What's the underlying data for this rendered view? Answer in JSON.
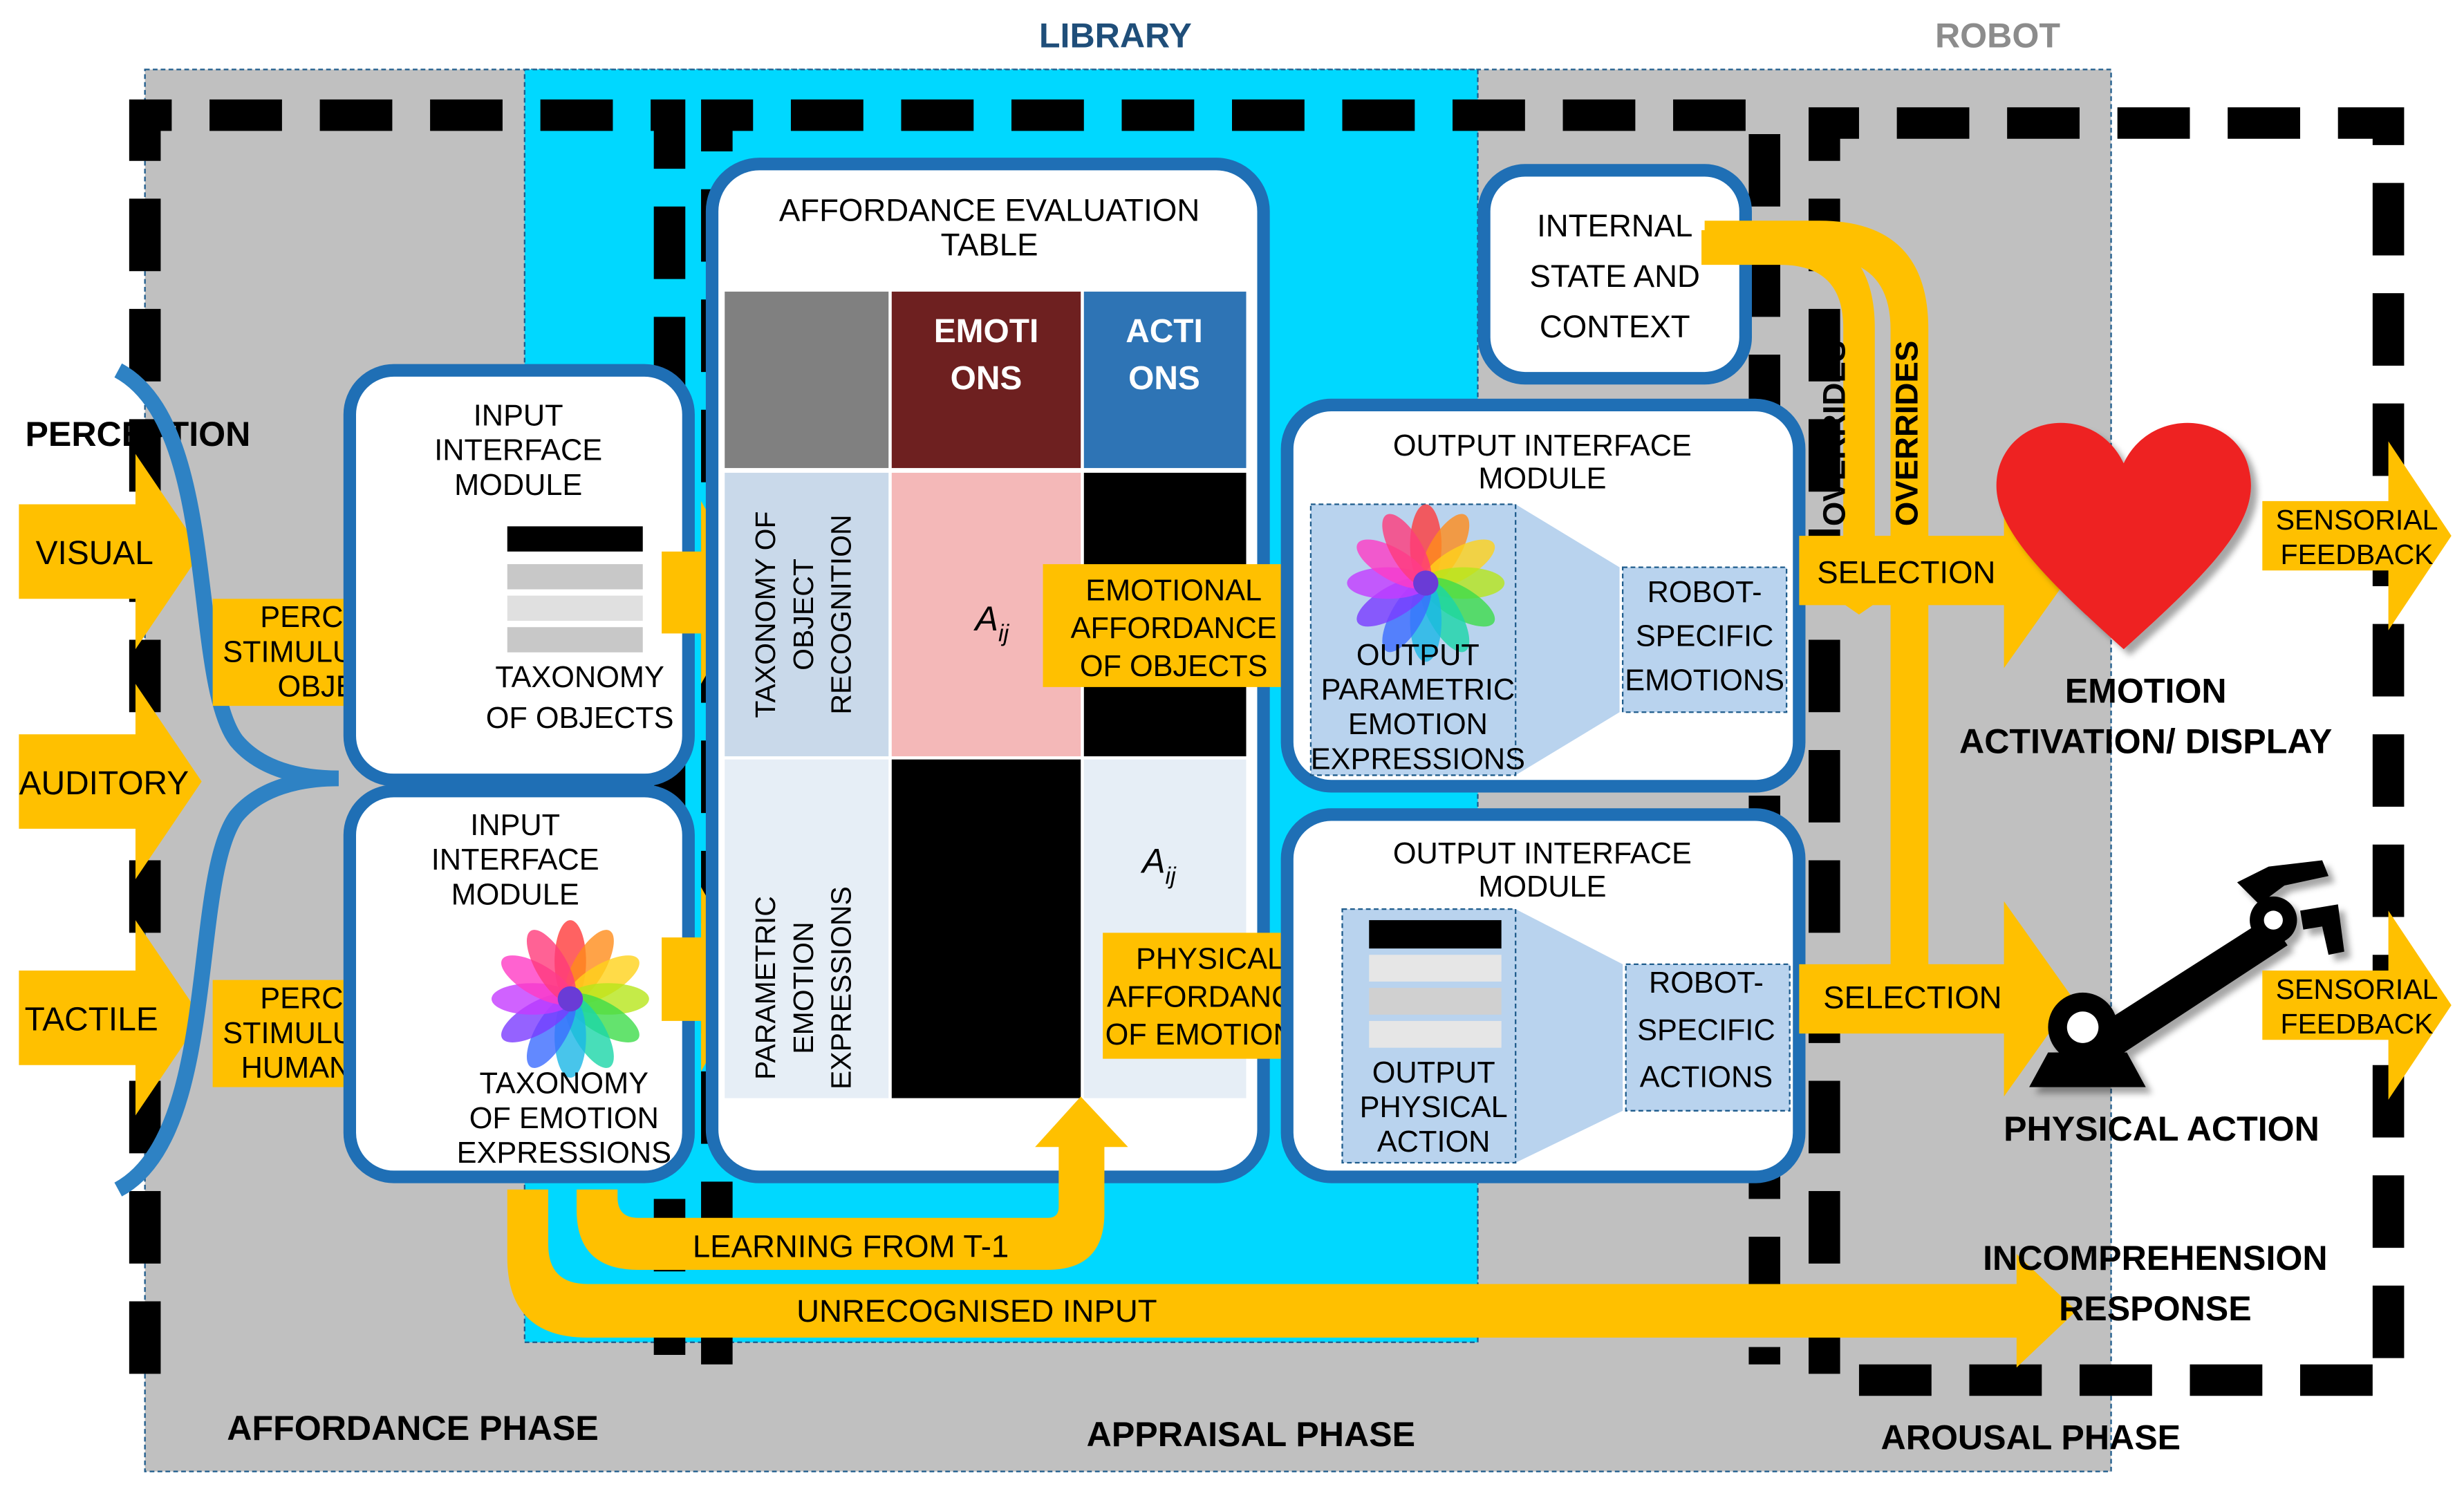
{
  "regions": {
    "library": "LIBRARY",
    "robot": "ROBOT"
  },
  "phases": {
    "affordance": "AFFORDANCE PHASE",
    "appraisal": "APPRAISAL PHASE",
    "arousal": "AROUSAL PHASE"
  },
  "perception": {
    "title": "PERCEPTION",
    "inputs": [
      "VISUAL",
      "AUDITORY",
      "TACTILE"
    ]
  },
  "stimuli": {
    "objects": [
      "PERCEIVED",
      "STIMULUS FROM",
      "OBJECTS"
    ],
    "human": [
      "PERCEIVED",
      "STIMULUS FROM",
      "HUMAN BEING"
    ]
  },
  "input_modules": {
    "top": {
      "title": [
        "INPUT",
        "INTERFACE",
        "MODULE"
      ],
      "taxonomy": [
        "TAXONOMY",
        "OF OBJECTS"
      ]
    },
    "bottom": {
      "title": [
        "INPUT",
        "INTERFACE",
        "MODULE"
      ],
      "taxonomy": [
        "TAXONOMY",
        "OF EMOTION",
        "EXPRESSIONS"
      ]
    }
  },
  "affordance_table": {
    "title": [
      "AFFORDANCE EVALUATION",
      "TABLE"
    ],
    "col_emotions": [
      "EMOTI",
      "ONS"
    ],
    "col_actions": [
      "ACTI",
      "ONS"
    ],
    "row_objects": [
      "TAXONOMY OF",
      "OBJECT",
      "RECOGNITION"
    ],
    "row_emotions": [
      "PARAMETRIC",
      "EMOTION",
      "EXPRESSIONS"
    ],
    "cell_label": "A",
    "cell_subscript": "ij"
  },
  "affordances": {
    "emotional": [
      "EMOTIONAL",
      "AFFORDANCE",
      "OF OBJECTS"
    ],
    "physical": [
      "PHYSICAL",
      "AFFORDANCE",
      "OF EMOTIONS"
    ]
  },
  "internal_state": [
    "INTERNAL",
    "STATE AND",
    "CONTEXT"
  ],
  "output_modules": {
    "top": {
      "title": [
        "OUTPUT INTERFACE",
        "MODULE"
      ],
      "left": [
        "OUTPUT",
        "PARAMETRIC",
        "EMOTION",
        "EXPRESSIONS"
      ],
      "right": [
        "ROBOT-",
        "SPECIFIC",
        "EMOTIONS"
      ]
    },
    "bottom": {
      "title": [
        "OUTPUT INTERFACE",
        "MODULE"
      ],
      "left": [
        "OUTPUT",
        "PHYSICAL",
        "ACTION"
      ],
      "right": [
        "ROBOT-",
        "SPECIFIC",
        "ACTIONS"
      ]
    }
  },
  "overrides": [
    "OVERRIDES",
    "OVERRIDES"
  ],
  "selection": [
    "SELECTION",
    "SELECTION"
  ],
  "outputs": {
    "emotion": [
      "EMOTION",
      "ACTIVATION/ DISPLAY"
    ],
    "action": "PHYSICAL ACTION",
    "incomprehension": [
      "INCOMPREHENSION",
      "RESPONSE"
    ],
    "feedback": [
      "SENSORIAL",
      "FEEDBACK"
    ]
  },
  "flows": {
    "learning": "LEARNING FROM T-1",
    "unrecognised": "UNRECOGNISED INPUT"
  },
  "colors": {
    "library_bg": "#00d8ff",
    "phase_bg": "#c0c0c0",
    "arrow_fill": "#ffc000",
    "module_border": "#1f6fb5",
    "emotions_col": "#6e2020",
    "actions_col": "#2e74b5",
    "pink_cell": "#f4b8b8",
    "row_bg": "#c9d9ea",
    "heart": "#ee2222",
    "region_title_library": "#1f4e79",
    "region_title_robot": "#8c8c8c"
  }
}
